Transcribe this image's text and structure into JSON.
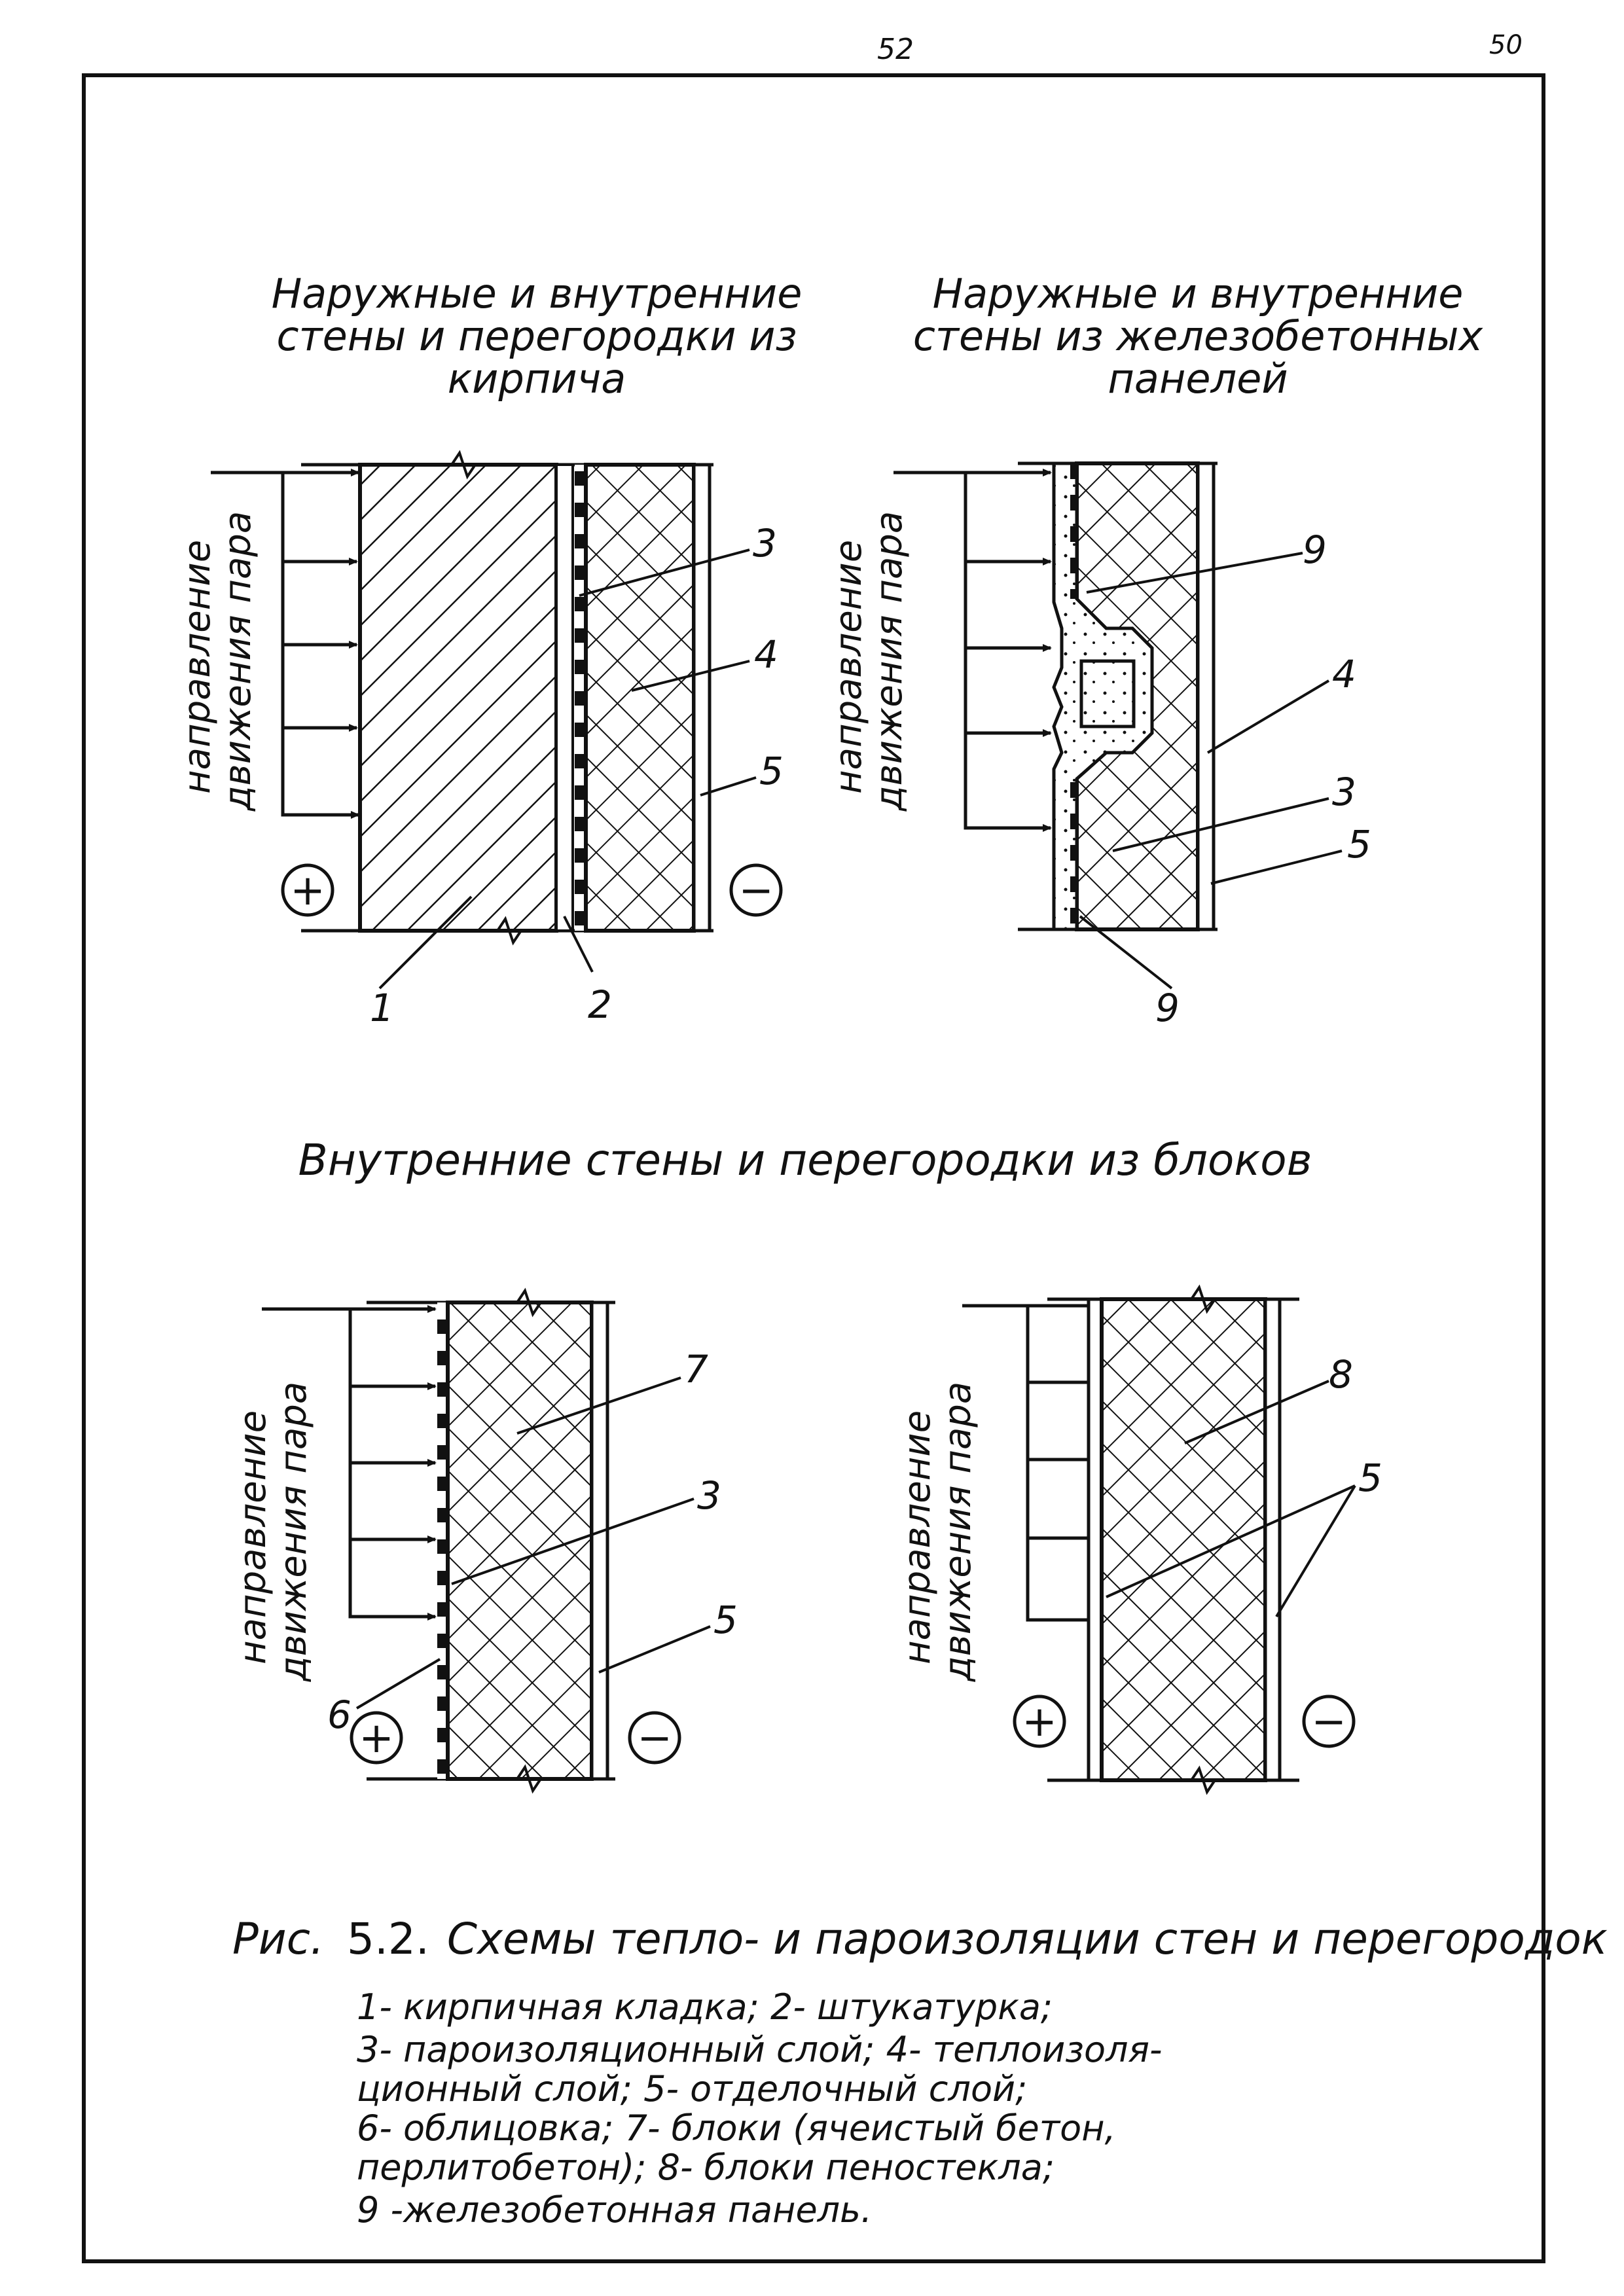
{
  "page_numbers": {
    "left": "52",
    "right": "50"
  },
  "sections": {
    "brick_title": [
      "Наружные и внутренние",
      "стены и перегородки из",
      "кирпича"
    ],
    "panel_title": [
      "Наружные и внутренние",
      "стены из железобетонных",
      "панелей"
    ],
    "blocks_title": "Внутренние стены и перегородки из блоков"
  },
  "vapor_label": {
    "line1": "направление",
    "line2": "движения пара"
  },
  "signs": {
    "warm": "+",
    "cold": "−"
  },
  "callouts": {
    "b1": "1",
    "b2": "2",
    "b3": "3",
    "b4": "4",
    "b5": "5",
    "p9a": "9",
    "p4": "4",
    "p3": "3",
    "p5": "5",
    "p9b": "9",
    "c7": "7",
    "c3": "3",
    "c5": "5",
    "c6": "6",
    "d8": "8",
    "d5": "5"
  },
  "caption": {
    "title_prefix": "Рис.",
    "title_number": "5.2.",
    "title_text": "Схемы тепло- и пароизоляции стен и перегородок",
    "legend": [
      "1- кирпичная кладка; 2- штукатурка;",
      "3- пароизоляционный слой; 4- теплоизоля-",
      "ционный слой; 5- отделочный слой;",
      "6- облицовка; 7- блоки (ячеистый бетон,",
      "перлитобетон); 8- блоки пеностекла;",
      "9 -железобетонная панель."
    ]
  }
}
